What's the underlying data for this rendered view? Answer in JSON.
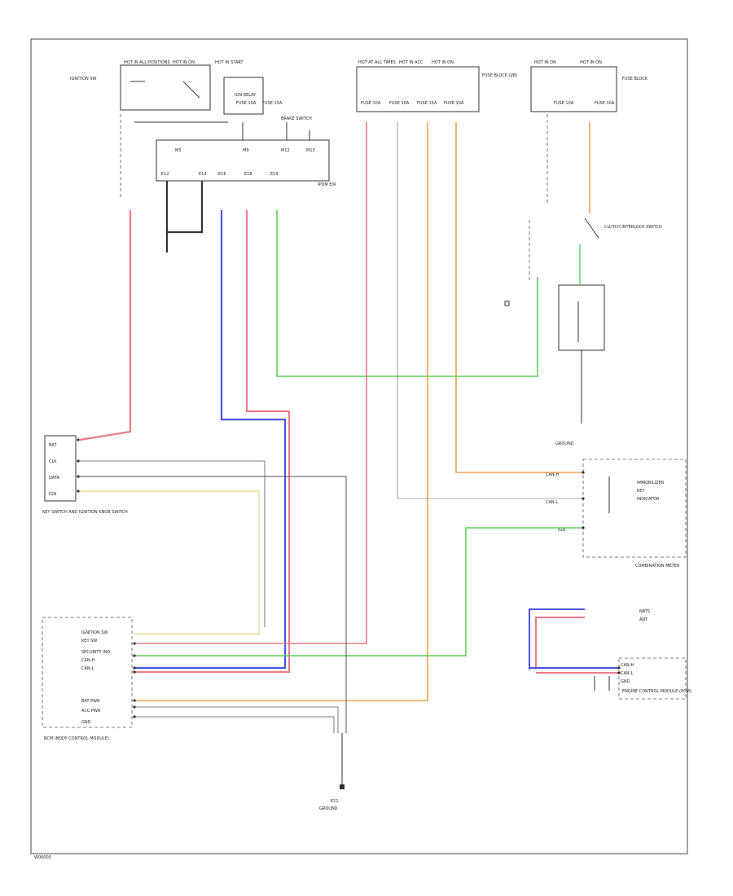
{
  "diagram_id": "W00000",
  "colors": {
    "red": "#f07a86",
    "blue": "#4a55e6",
    "green": "#56d456",
    "orange": "#f0a050",
    "yellow": "#e8d080",
    "gray": "#555555",
    "black": "#333333"
  },
  "top_left": {
    "label_a": "HOT IN ALL POSITIONS",
    "label_b": "HOT IN ON",
    "label_c": "HOT IN START",
    "ignition_note": "IGNITION SW",
    "relay_label": "IGN RELAY",
    "fuse_a": "FUSE 10A",
    "fuse_b": "FUSE 15A",
    "key_switch": "BRAKE SWITCH"
  },
  "ipdm": {
    "pins": [
      "M5",
      "M9",
      "M12",
      "M13"
    ],
    "bottom_pins": [
      "E12",
      "E13",
      "E16",
      "E18",
      "E19"
    ],
    "label": "IPDM E/R"
  },
  "top_middle": {
    "label_a": "HOT AT ALL TIMES",
    "label_b": "HOT IN ACC",
    "label_c": "HOT IN ON",
    "fuse_a": "FUSE 10A",
    "fuse_b": "FUSE 10A",
    "fuse_c": "FUSE 15A",
    "fuse_d": "FUSE 10A",
    "note": "FUSE BLOCK (J/B)"
  },
  "top_right": {
    "label_a": "HOT IN ON",
    "label_b": "HOT IN ON",
    "fuse_a": "FUSE 10A",
    "fuse_b": "FUSE 10A",
    "note": "FUSE BLOCK",
    "switch_note": "CLUTCH INTERLOCK SWITCH",
    "ground_label": "GROUND"
  },
  "right_module": {
    "label": "COMBINATION METER",
    "pins": [
      "CAN-H",
      "CAN-L",
      "IGN"
    ],
    "inner": [
      "IMMOBILIZER",
      "KEY",
      "INDICATOR"
    ]
  },
  "left_connector": {
    "rows": [
      "BAT",
      "CLK",
      "DATA",
      "IGN"
    ],
    "label": "KEY SWITCH AND IGNITION KNOB SWITCH"
  },
  "bcm": {
    "rows": [
      "IGNITION SW",
      "KEY SW",
      "SECURITY IND",
      "CAN-H",
      "CAN-L",
      "BAT PWR",
      "ACC PWR",
      "GND"
    ],
    "label": "BCM (BODY CONTROL MODULE)"
  },
  "ground_bottom": {
    "label": "GROUND",
    "sub": "E21"
  },
  "right_small_connector": {
    "rows": [
      "CAN-H",
      "CAN-L",
      "GND"
    ],
    "label": "ENGINE CONTROL MODULE (ECM)",
    "note_a": "NATS",
    "note_b": "ANT"
  }
}
